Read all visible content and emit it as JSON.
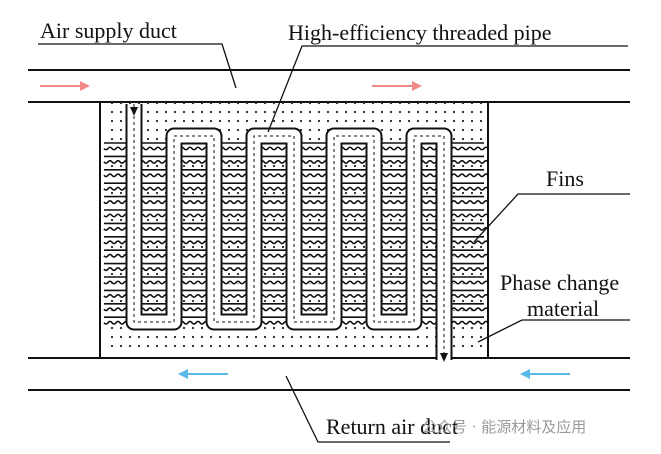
{
  "labels": {
    "air_supply_duct": "Air supply duct",
    "threaded_pipe": "High-efficiency threaded pipe",
    "fins": "Fins",
    "pcm_line1": "Phase change",
    "pcm_line2": "material",
    "return_air_duct": "Return air duct"
  },
  "watermark": "公众号 · 能源材料及应用",
  "colors": {
    "supply_arrow": "#f08a86",
    "return_arrow": "#5ab8e6",
    "line": "#111111"
  },
  "icons": {
    "supply_flow": "arrow-right",
    "return_flow": "arrow-left"
  }
}
